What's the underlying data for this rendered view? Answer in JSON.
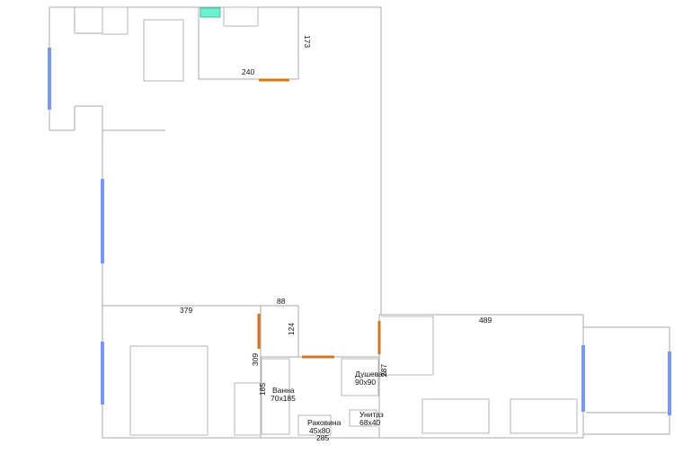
{
  "colors": {
    "wall": "#a9a9a9",
    "window": "#7b96ee",
    "door": "#d2751f",
    "fixture": "#6ef0d2"
  },
  "dimensions": {
    "d173": "173",
    "d240": "240",
    "d88": "88",
    "d379": "379",
    "d124": "124",
    "d489": "489",
    "d309": "309",
    "d287": "287",
    "d185": "185",
    "d285": "285"
  },
  "labels": {
    "bath_name": "Ванна",
    "bath_size": "70x185",
    "shower_name": "Душевая",
    "shower_size": "90x90",
    "toilet_name": "Унитаз",
    "toilet_size": "68x40",
    "sink_name": "Раковина",
    "sink_size": "45x80"
  }
}
